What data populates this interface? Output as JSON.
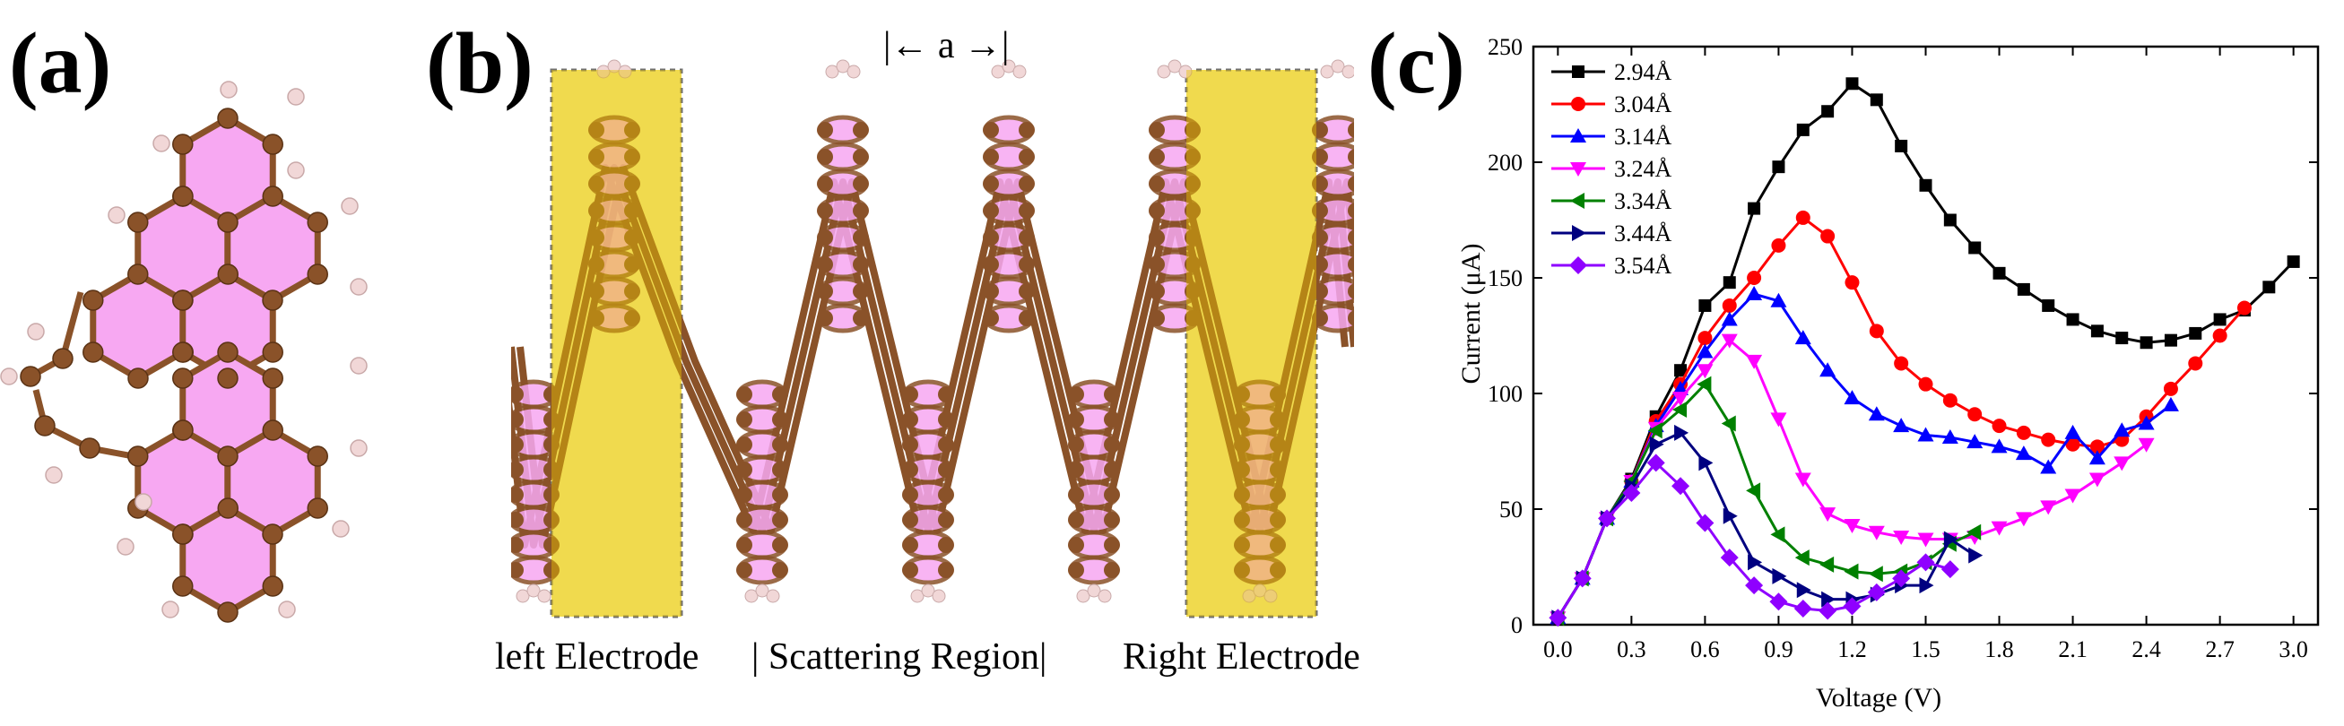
{
  "panels": {
    "a": {
      "label": "(a)"
    },
    "b": {
      "label": "(b)",
      "period": "|← a →|",
      "captions": {
        "left": "left Electrode",
        "middle": "| Scattering Region|",
        "right": "Right Electrode"
      }
    },
    "c": {
      "label": "(c)"
    }
  },
  "colors": {
    "ring_fill": "#f7a8f2",
    "carbon": "#8a5229",
    "hydrogen": "#f1d7d7",
    "electrode_box": "#f6ef8e"
  },
  "chart_data": {
    "type": "line",
    "xlabel": "Voltage (V)",
    "ylabel": "Current (μA)",
    "xlim": [
      -0.1,
      3.1
    ],
    "ylim": [
      0,
      250
    ],
    "xticks": [
      "0.0",
      "0.3",
      "0.6",
      "0.9",
      "1.2",
      "1.5",
      "1.8",
      "2.1",
      "2.4",
      "2.7",
      "3.0"
    ],
    "yticks": [
      "0",
      "50",
      "100",
      "150",
      "200",
      "250"
    ],
    "grid": false,
    "legend": "top-left",
    "series": [
      {
        "name": "2.94Å",
        "color": "#000000",
        "marker": "square",
        "x": [
          0,
          0.1,
          0.2,
          0.3,
          0.4,
          0.5,
          0.6,
          0.7,
          0.8,
          0.9,
          1.0,
          1.1,
          1.2,
          1.3,
          1.4,
          1.5,
          1.6,
          1.7,
          1.8,
          1.9,
          2.0,
          2.1,
          2.2,
          2.3,
          2.4,
          2.5,
          2.6,
          2.7,
          2.8,
          2.9,
          3.0
        ],
        "y": [
          3,
          20,
          46,
          63,
          90,
          110,
          138,
          148,
          180,
          198,
          214,
          222,
          234,
          227,
          207,
          190,
          175,
          163,
          152,
          145,
          138,
          132,
          127,
          124,
          122,
          123,
          126,
          132,
          136,
          146,
          157
        ]
      },
      {
        "name": "3.04Å",
        "color": "#ff0000",
        "marker": "circle",
        "x": [
          0,
          0.1,
          0.2,
          0.3,
          0.4,
          0.5,
          0.6,
          0.7,
          0.8,
          0.9,
          1.0,
          1.1,
          1.2,
          1.3,
          1.4,
          1.5,
          1.6,
          1.7,
          1.8,
          1.9,
          2.0,
          2.1,
          2.2,
          2.3,
          2.4,
          2.5,
          2.6,
          2.7,
          2.8
        ],
        "y": [
          3,
          20,
          46,
          62,
          88,
          104,
          124,
          138,
          150,
          164,
          176,
          168,
          148,
          127,
          113,
          104,
          97,
          91,
          86,
          83,
          80,
          78,
          77,
          80,
          90,
          102,
          113,
          125,
          137
        ]
      },
      {
        "name": "3.14Å",
        "color": "#0000ff",
        "marker": "triangle-up",
        "x": [
          0,
          0.1,
          0.2,
          0.3,
          0.4,
          0.5,
          0.6,
          0.7,
          0.8,
          0.9,
          1.0,
          1.1,
          1.2,
          1.3,
          1.4,
          1.5,
          1.6,
          1.7,
          1.8,
          1.9,
          2.0,
          2.1,
          2.2,
          2.3,
          2.4,
          2.5
        ],
        "y": [
          3,
          20,
          46,
          62,
          86,
          102,
          118,
          132,
          143,
          140,
          124,
          110,
          98,
          91,
          86,
          82,
          81,
          79,
          77,
          74,
          68,
          83,
          72,
          84,
          87,
          95
        ]
      },
      {
        "name": "3.24Å",
        "color": "#ff00ff",
        "marker": "triangle-down",
        "x": [
          0,
          0.1,
          0.2,
          0.3,
          0.4,
          0.5,
          0.6,
          0.7,
          0.8,
          0.9,
          1.0,
          1.1,
          1.2,
          1.3,
          1.4,
          1.5,
          1.6,
          1.7,
          1.8,
          1.9,
          2.0,
          2.1,
          2.2,
          2.3,
          2.4
        ],
        "y": [
          3,
          20,
          46,
          62,
          85,
          98,
          110,
          123,
          114,
          89,
          63,
          48,
          43,
          40,
          38,
          37,
          37,
          38,
          42,
          46,
          51,
          56,
          63,
          70,
          78
        ]
      },
      {
        "name": "3.34Å",
        "color": "#008000",
        "marker": "triangle-left",
        "x": [
          0,
          0.1,
          0.2,
          0.3,
          0.4,
          0.5,
          0.6,
          0.7,
          0.8,
          0.9,
          1.0,
          1.1,
          1.2,
          1.3,
          1.4,
          1.5,
          1.6,
          1.7
        ],
        "y": [
          3,
          20,
          46,
          62,
          84,
          93,
          104,
          87,
          58,
          39,
          29,
          26,
          23,
          22,
          23,
          27,
          35,
          40
        ]
      },
      {
        "name": "3.44Å",
        "color": "#000080",
        "marker": "triangle-right",
        "x": [
          0,
          0.1,
          0.2,
          0.3,
          0.4,
          0.5,
          0.6,
          0.7,
          0.8,
          0.9,
          1.0,
          1.1,
          1.2,
          1.3,
          1.4,
          1.5,
          1.6,
          1.7
        ],
        "y": [
          3,
          20,
          46,
          60,
          78,
          83,
          70,
          47,
          27,
          21,
          15,
          11,
          11,
          13,
          17,
          17,
          37,
          30
        ]
      },
      {
        "name": "3.54Å",
        "color": "#8f00ff",
        "marker": "diamond",
        "x": [
          0,
          0.1,
          0.2,
          0.3,
          0.4,
          0.5,
          0.6,
          0.7,
          0.8,
          0.9,
          1.0,
          1.1,
          1.2,
          1.3,
          1.4,
          1.5,
          1.6
        ],
        "y": [
          3,
          20,
          46,
          57,
          70,
          60,
          44,
          29,
          17,
          10,
          7,
          6,
          8,
          14,
          20,
          27,
          24
        ]
      }
    ]
  }
}
